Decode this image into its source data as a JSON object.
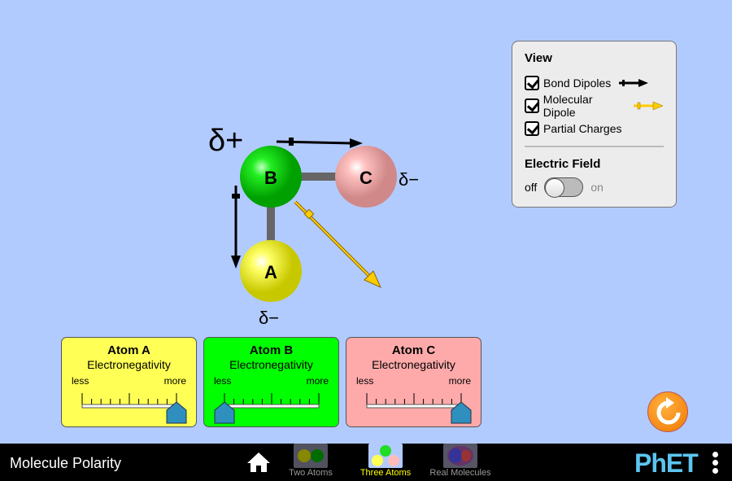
{
  "molecule": {
    "atoms": [
      {
        "label": "A",
        "charge": "δ−",
        "color": "#ffff55"
      },
      {
        "label": "B",
        "charge": "δ+",
        "color": "#22dd22"
      },
      {
        "label": "C",
        "charge": "δ−",
        "color": "#ffb6b6"
      }
    ]
  },
  "view_panel": {
    "title": "View",
    "options": [
      {
        "label": "Bond Dipoles",
        "checked": true
      },
      {
        "label": "Molecular Dipole",
        "checked": true
      },
      {
        "label": "Partial Charges",
        "checked": true
      }
    ],
    "field_title": "Electric Field",
    "off": "off",
    "on": "on",
    "field_on": false
  },
  "electronegativity": [
    {
      "title": "Atom A",
      "subtitle": "Electronegativity",
      "less": "less",
      "more": "more",
      "value_fraction": 1.0,
      "color": "#ffff55"
    },
    {
      "title": "Atom B",
      "subtitle": "Electronegativity",
      "less": "less",
      "more": "more",
      "value_fraction": 0.0,
      "color": "#00ff00"
    },
    {
      "title": "Atom C",
      "subtitle": "Electronegativity",
      "less": "less",
      "more": "more",
      "value_fraction": 1.0,
      "color": "#ffaaaa"
    }
  ],
  "nav": {
    "title": "Molecule Polarity",
    "screens": [
      {
        "label": "Two Atoms",
        "selected": false
      },
      {
        "label": "Three Atoms",
        "selected": true
      },
      {
        "label": "Real Molecules",
        "selected": false
      }
    ],
    "brand": "PhET"
  },
  "colors": {
    "bond_dipole": "#000000",
    "molecular_dipole": "#ffcc00",
    "selected_screen": "#ffff00"
  }
}
